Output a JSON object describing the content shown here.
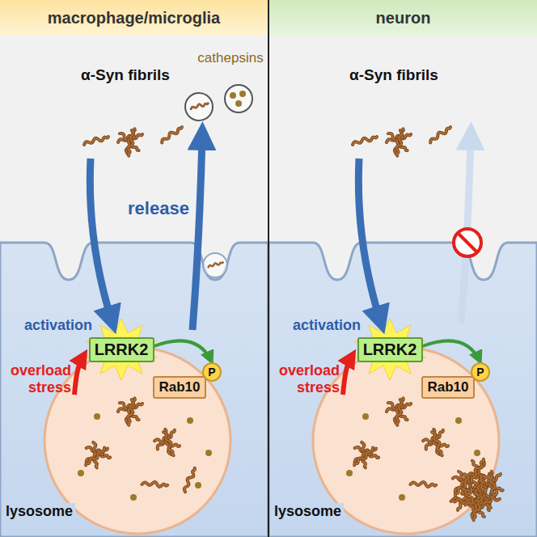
{
  "diagram": {
    "nodes": [
      {
        "text": [
          "macrophage/microglia"
        ]
      },
      {
        "text": [
          "neuron"
        ]
      },
      {
        "text": [
          "LRRK2"
        ]
      },
      {
        "text": [
          "Rab10"
        ]
      },
      {
        "text": [
          "P"
        ]
      },
      {
        "text": [
          "LRRK2"
        ]
      },
      {
        "text": [
          "Rab10"
        ]
      },
      {
        "text": [
          "P"
        ]
      }
    ],
    "edges": [
      {
        "from": 2,
        "to": 4,
        "arrow": "to"
      },
      {
        "from": 5,
        "to": 7,
        "arrow": "to"
      }
    ],
    "labels": [
      "α-Syn fibrils",
      "cathepsins",
      "release",
      "activation",
      "overload stress",
      "lysosome",
      "α-Syn fibrils",
      "activation",
      "overload stress",
      "lysosome"
    ]
  }
}
